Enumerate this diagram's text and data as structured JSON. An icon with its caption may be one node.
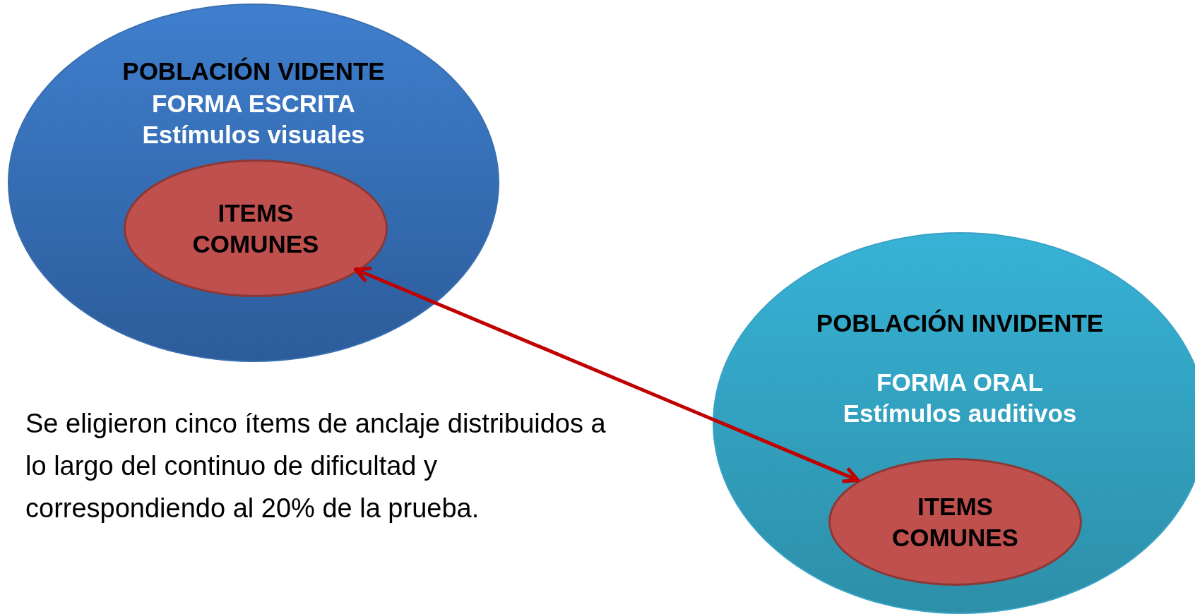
{
  "diagram": {
    "nodes": [
      {
        "text": [
          "POBLACIÓN VIDENTE",
          "FORMA ESCRITA",
          "Estímulos visuales"
        ]
      },
      {
        "text": [
          "ITEMS COMUNES"
        ],
        "in": 0
      },
      {
        "text": [
          "POBLACIÓN INVIDENTE",
          "FORMA ORAL",
          "Estímulos auditivos"
        ]
      },
      {
        "text": [
          "ITEMS COMUNES"
        ],
        "in": 2
      }
    ],
    "edges": [
      {
        "from": 1,
        "to": 3,
        "arrow": "both"
      }
    ],
    "labels": [
      "Se eligieron cinco ítems de anclaje distribuidos a lo largo del continuo de dificultad y correspondiendo al 20% de la prueba."
    ]
  }
}
